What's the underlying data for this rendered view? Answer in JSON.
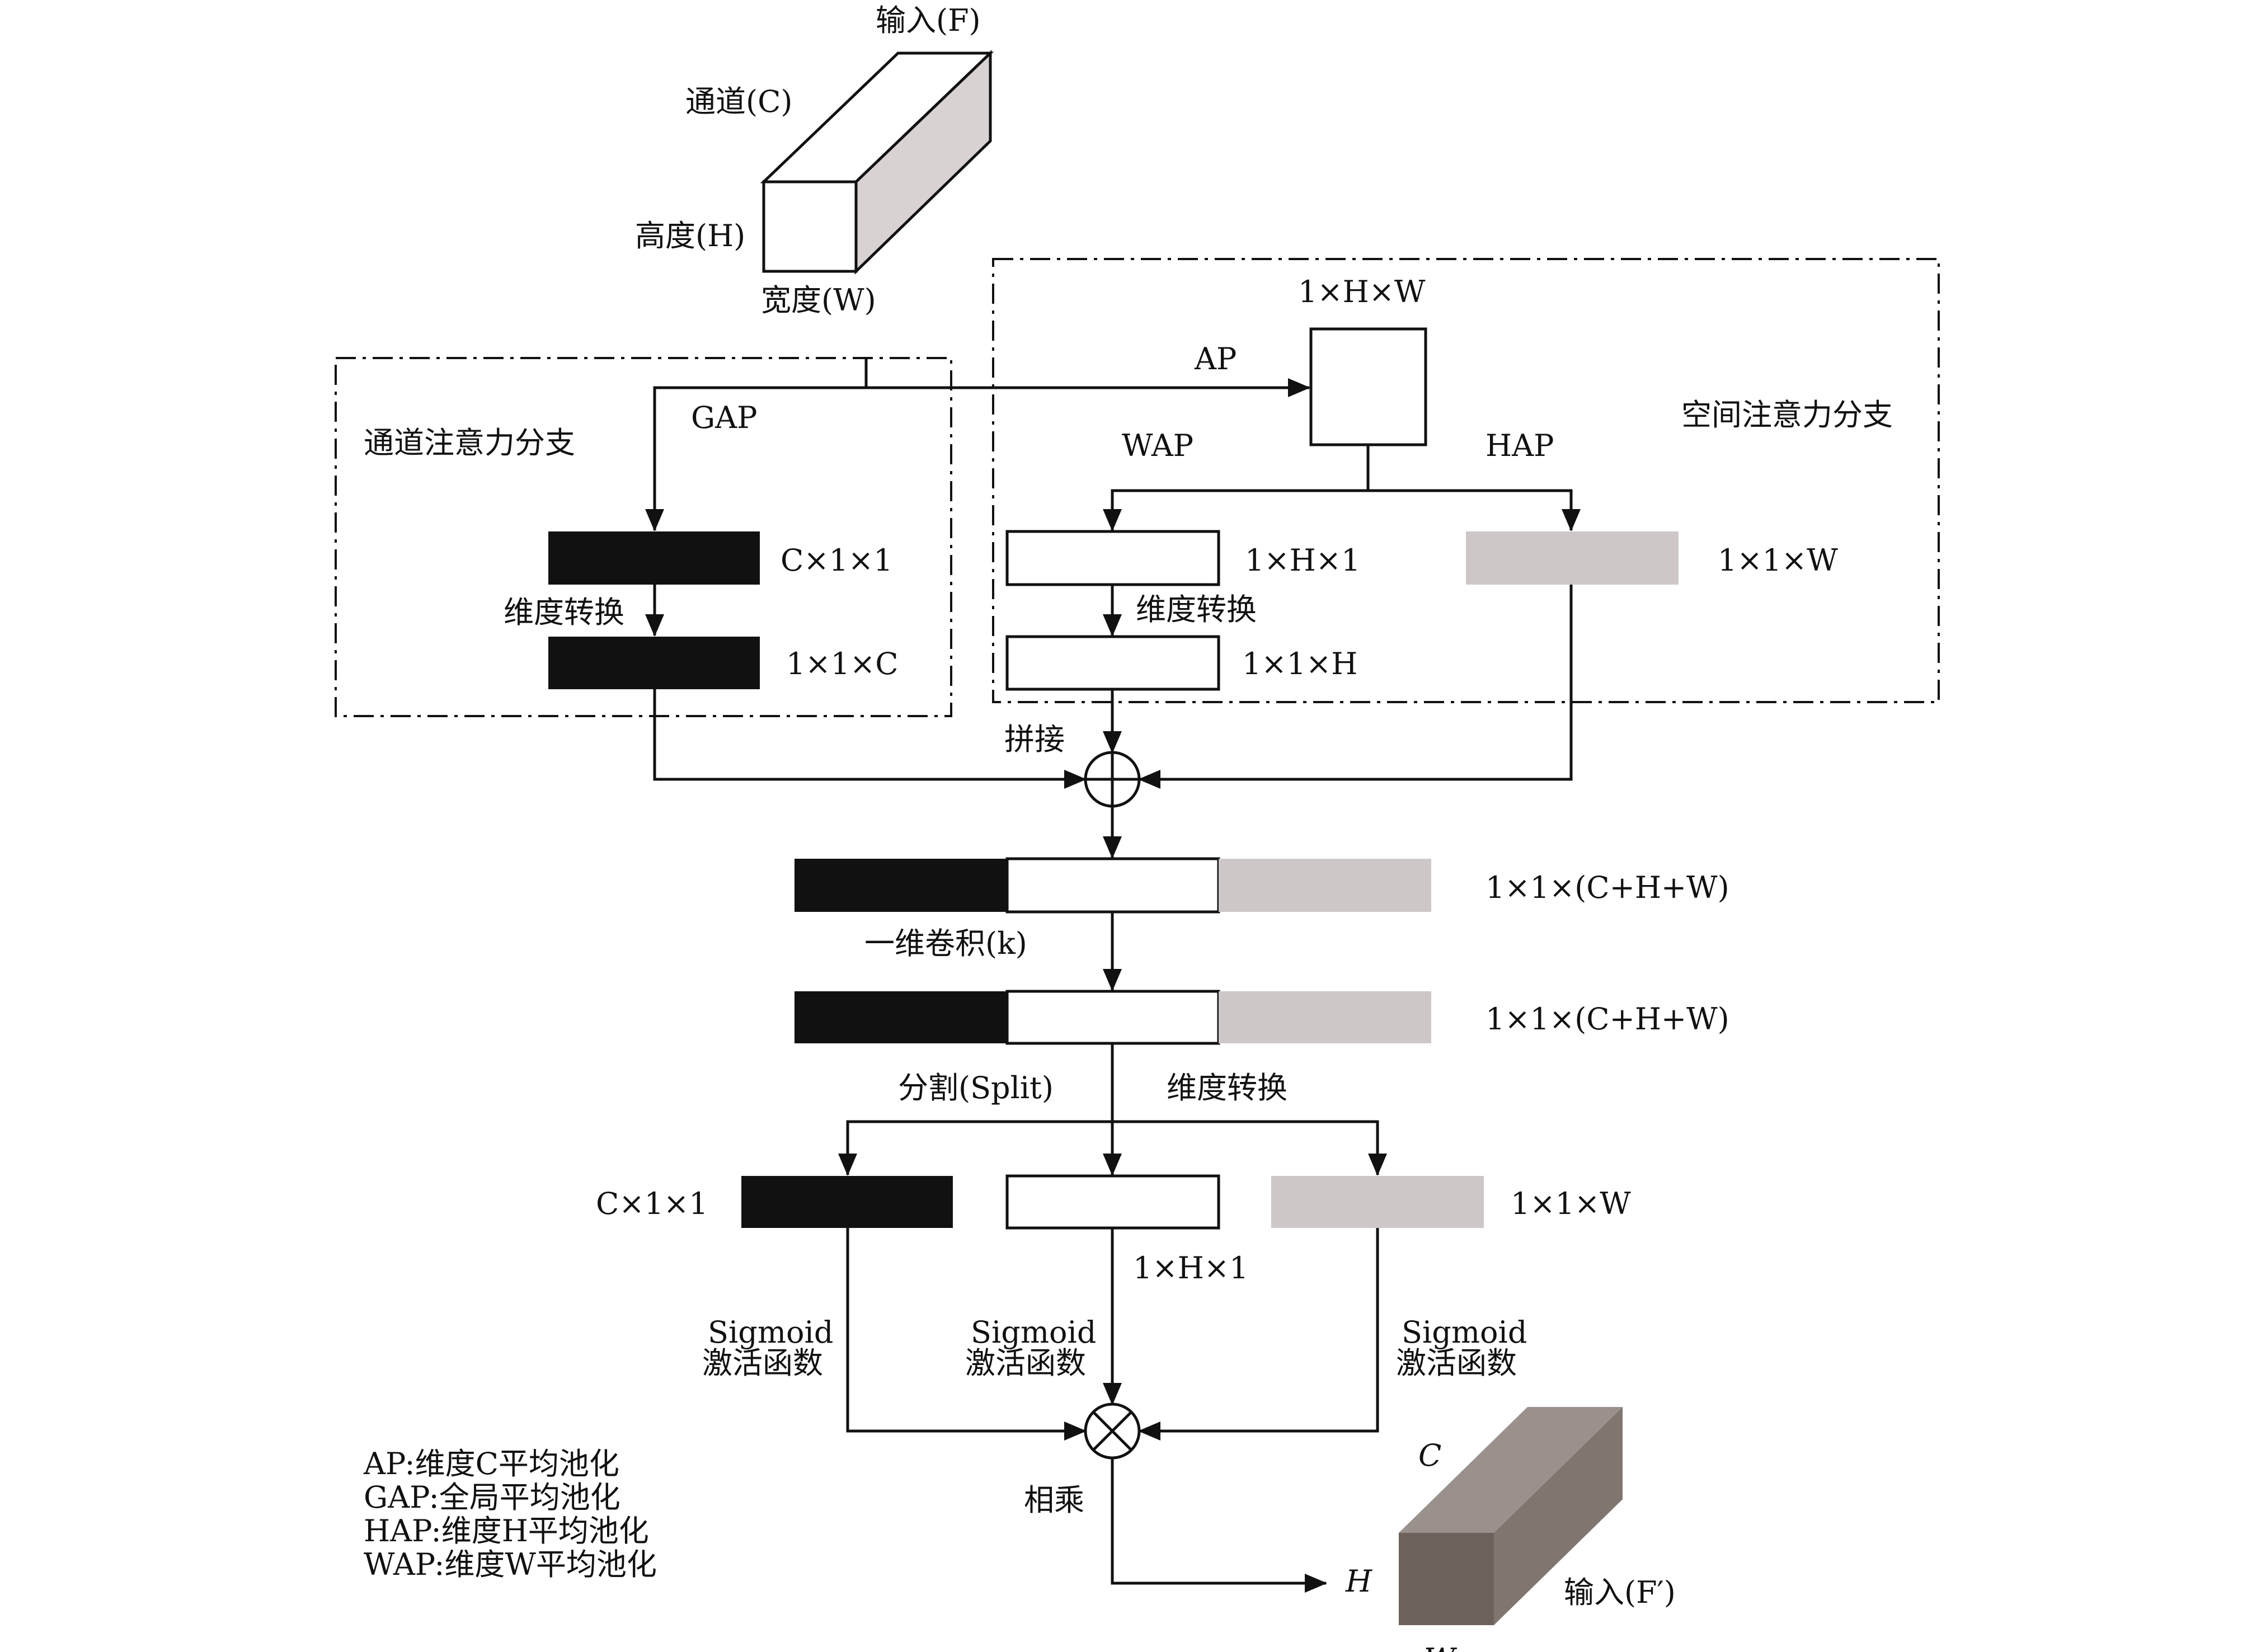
{
  "input_block": {
    "title": "输入(F)",
    "channel": "通道(C)",
    "height": "高度(H)",
    "width": "宽度(W)"
  },
  "channel_branch": {
    "title": "通道注意力分支",
    "gap": "GAP",
    "shape1": "C×1×1",
    "reshape": "维度转换",
    "shape2": "1×1×C"
  },
  "spatial_branch": {
    "title": "空间注意力分支",
    "ap": "AP",
    "ap_shape": "1×H×W",
    "wap": "WAP",
    "hap": "HAP",
    "h_shape": "1×H×1",
    "reshape": "维度转换",
    "h_shape2": "1×1×H",
    "w_shape": "1×1×W"
  },
  "fusion": {
    "concat": "拼接",
    "concat_shape": "1×1×(C+H+W)",
    "conv": "一维卷积(k)",
    "conv_shape": "1×1×(C+H+W)",
    "split": "分割(Split)",
    "reshape": "维度转换"
  },
  "outputs": {
    "c_shape": "C×1×1",
    "h_shape": "1×H×1",
    "w_shape": "1×1×W",
    "sigmoid_line1": "Sigmoid",
    "sigmoid_line2": "激活函数",
    "multiply": "相乘",
    "h_label": "H"
  },
  "output_block": {
    "title": "输入(F′)",
    "c": "C",
    "w": "W"
  },
  "legend": [
    "AP:维度C平均池化",
    "GAP:全局平均池化",
    "HAP:维度H平均池化",
    "WAP:维度W平均池化"
  ],
  "colors": {
    "black": "#111111",
    "white": "#ffffff",
    "gray": "#cdc7c7",
    "box_side": "#d8d2d2",
    "out_front": "#6c625b",
    "out_top": "#9b918c",
    "out_side": "#80766f"
  }
}
